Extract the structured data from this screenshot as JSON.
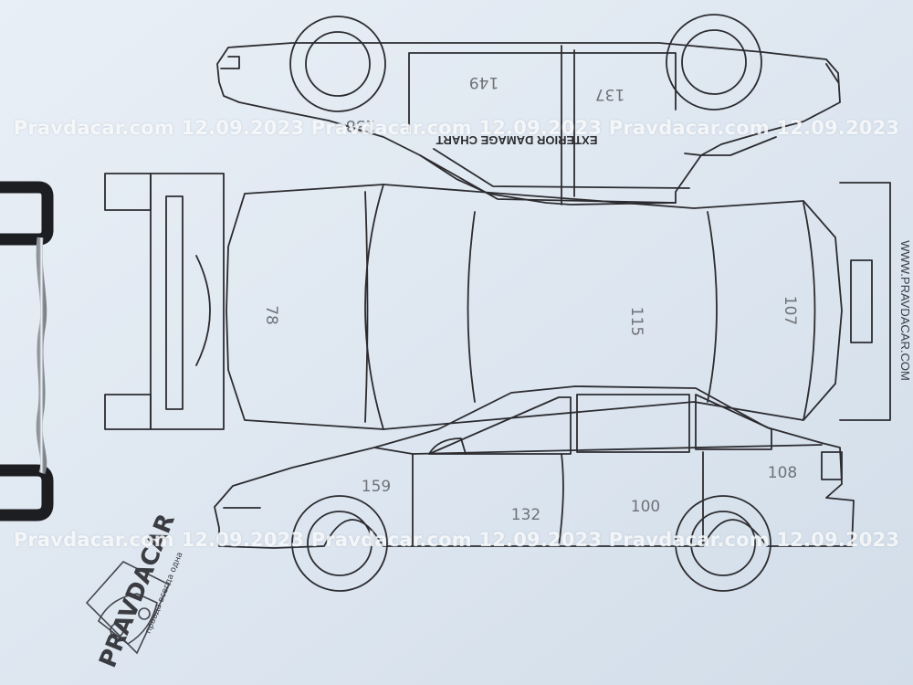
{
  "chart_title": "EXTERIOR DAMAGE CHART",
  "website": "WWW.PRAVDACAR.COM",
  "watermark": "Pravdacar.com 12.09.2023 Pravdacar.com 12.09.2023 Pravdacar.com 12.09.2023",
  "stamp": {
    "brand": "PRAVDACAR",
    "slogan": "правда всегда одна"
  },
  "paint_readings": {
    "top_view_left_door": "149",
    "top_view_right_door": "137",
    "top_view_front_fender": "138",
    "hood": "78",
    "roof": "115",
    "trunk": "107",
    "front_fender": "159",
    "front_door": "132",
    "rear_door": "100",
    "rear_fender": "108"
  },
  "colors": {
    "paper": "#dfe8f1",
    "ink": "#2c2c30",
    "pencil": "#6f7278",
    "clip": "#1d1e22"
  }
}
